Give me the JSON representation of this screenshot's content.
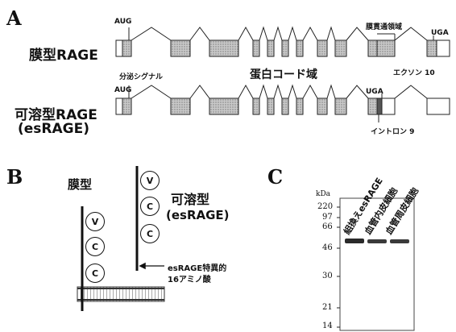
{
  "panelA": {
    "letter": "A",
    "membrane_label": "膜型RAGE",
    "soluble_label_line1": "可溶型RAGE",
    "soluble_label_line2": "(esRAGE)",
    "aug_top": "AUG",
    "uga_top": "UGA",
    "tm_region": "膜貫通領域",
    "signal": "分泌シグナル",
    "coding": "蛋白コード域",
    "exon10": "エクソン 10",
    "aug_bottom": "AUG",
    "uga_bottom": "UGA",
    "intron9": "イントロン 9"
  },
  "panelB": {
    "letter": "B",
    "membrane_label": "膜型",
    "soluble_label_line1": "可溶型",
    "soluble_label_line2": "(esRAGE)",
    "domain_v": "V",
    "domain_c": "C",
    "note_line1": "esRAGE特異的",
    "note_line2": "16アミノ酸"
  },
  "panelC": {
    "letter": "C",
    "unit": "kDa",
    "ticks": [
      "220",
      "97",
      "66",
      "46",
      "30",
      "21",
      "14"
    ],
    "lanes": [
      "組換えesRAGE",
      "血管内皮細胞",
      "血管周皮細胞"
    ]
  }
}
